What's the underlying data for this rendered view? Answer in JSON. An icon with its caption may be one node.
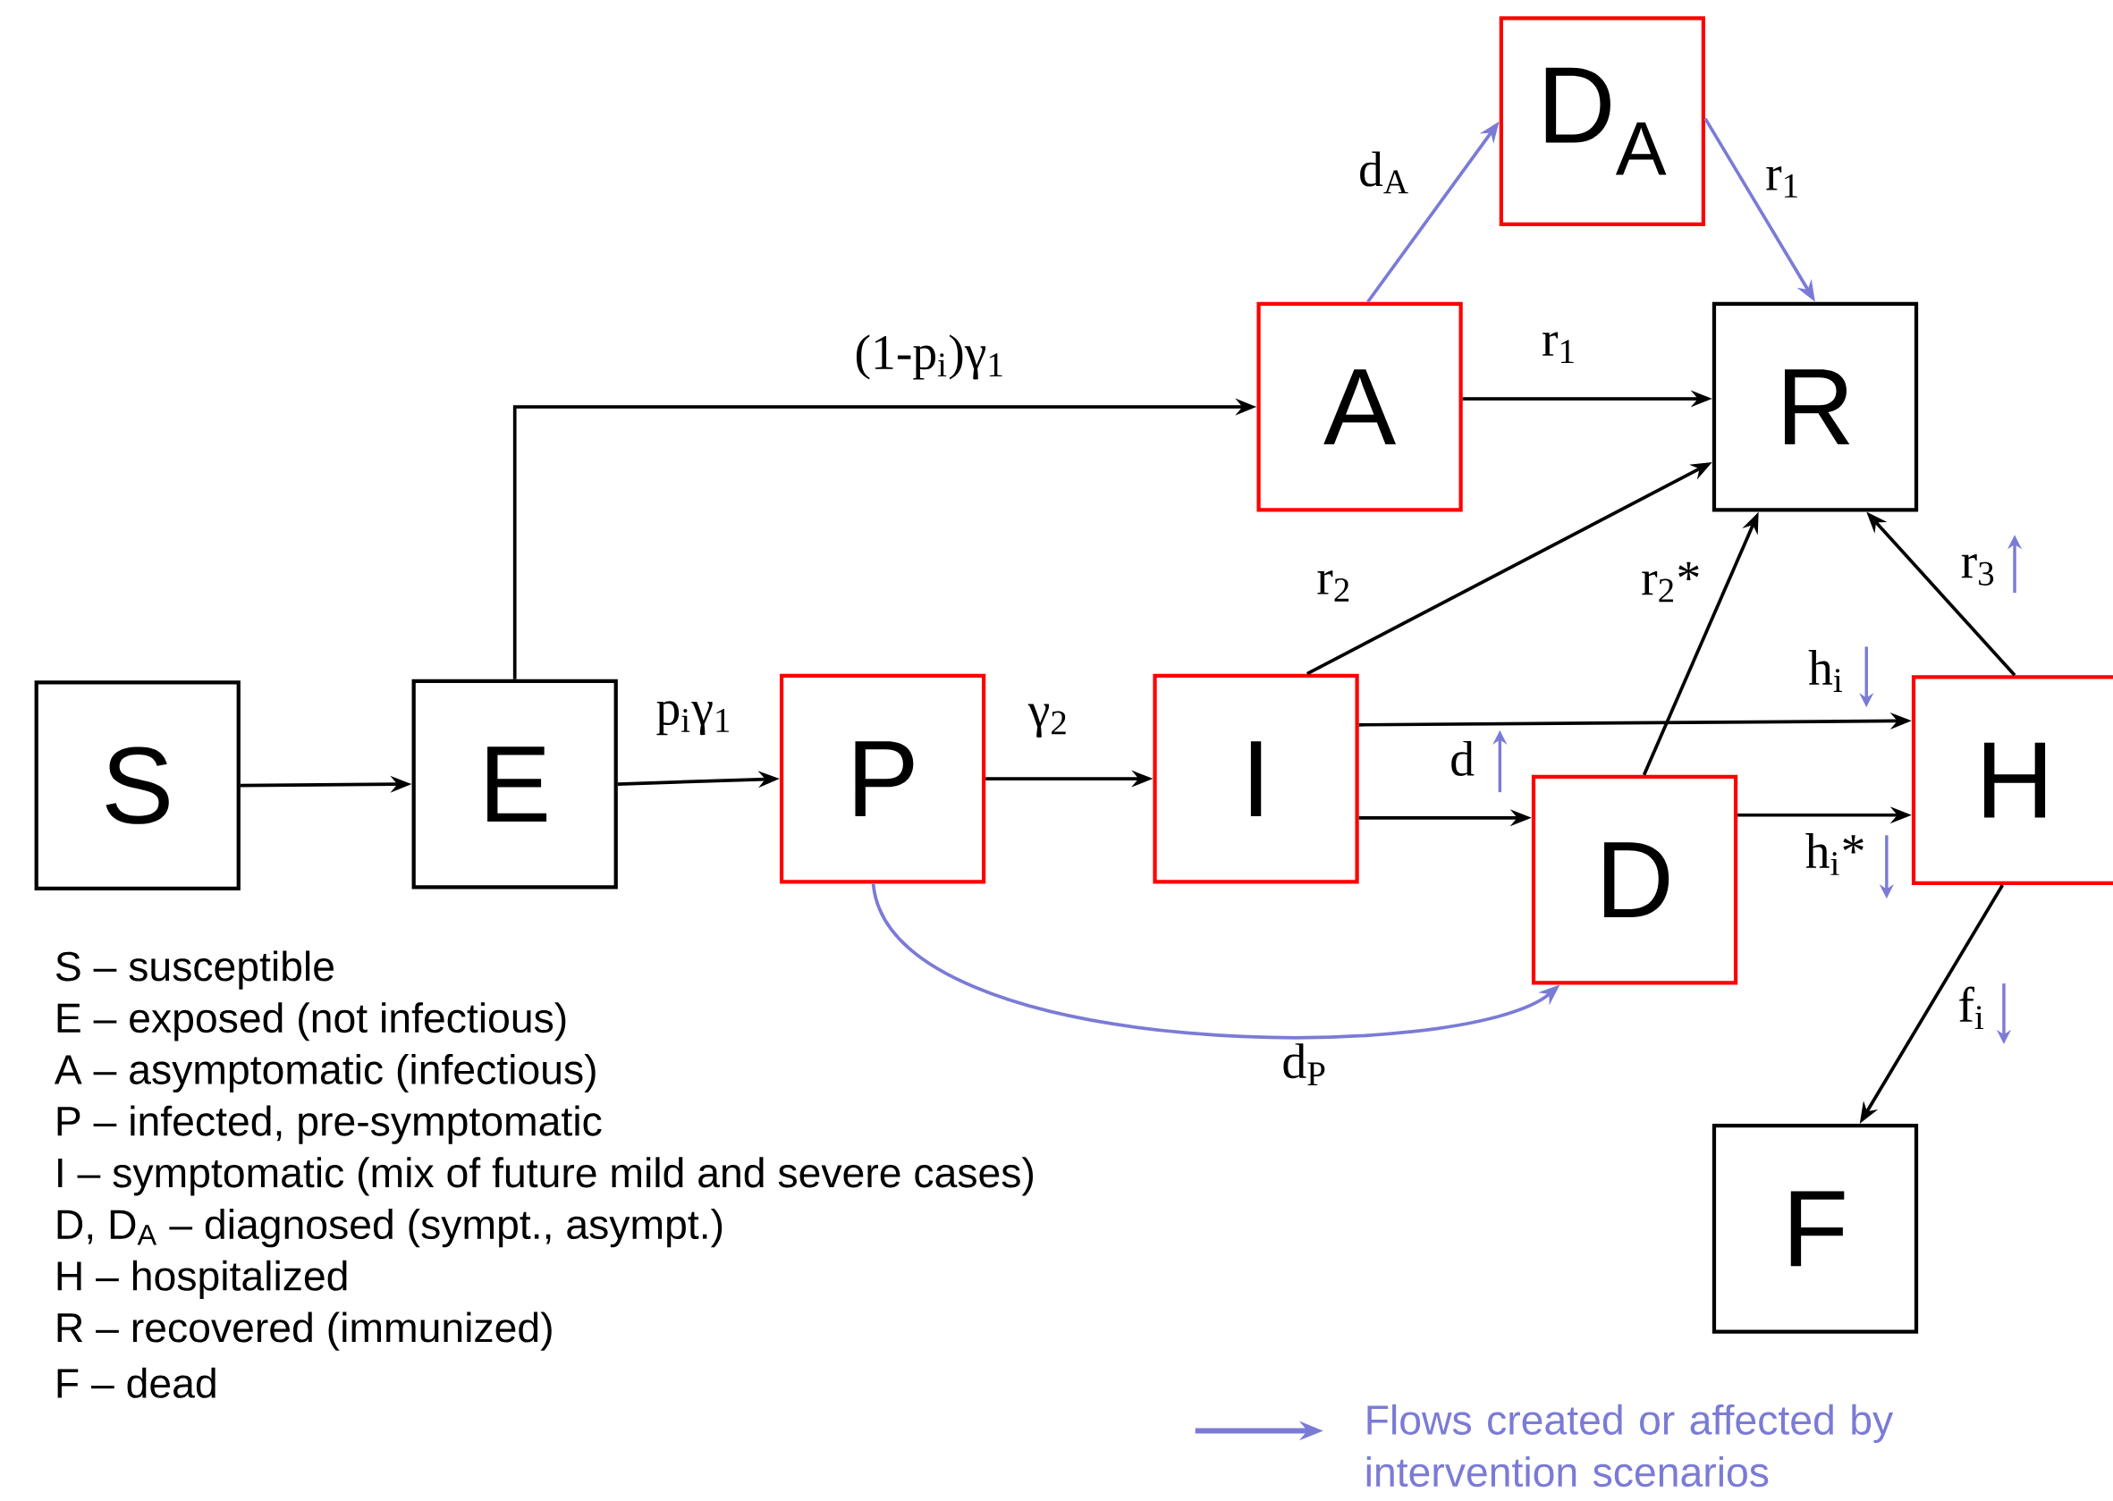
{
  "diagram": {
    "nodes": [
      {
        "text": [
          "S"
        ]
      },
      {
        "text": [
          "E"
        ]
      },
      {
        "text": [
          "P"
        ]
      },
      {
        "text": [
          "I"
        ]
      },
      {
        "text": [
          "A"
        ]
      },
      {
        "text": [
          "D$_{A}$"
        ]
      },
      {
        "text": [
          "R"
        ]
      },
      {
        "text": [
          "D"
        ]
      },
      {
        "text": [
          "H"
        ]
      },
      {
        "text": [
          "F"
        ]
      }
    ],
    "edges": [
      {
        "from": 0,
        "to": 1,
        "arrow": "to"
      },
      {
        "from": 1,
        "to": 4,
        "arrow": "to",
        "label": "(1-p$_{i}$)γ$_{1}$"
      },
      {
        "from": 1,
        "to": 2,
        "arrow": "to",
        "label": "p$_{i}$γ$_{1}$"
      },
      {
        "from": 2,
        "to": 3,
        "arrow": "to",
        "label": "γ$_{2}$"
      },
      {
        "from": 4,
        "to": 6,
        "arrow": "to",
        "label": "r$_{1}$"
      },
      {
        "from": 4,
        "to": 5,
        "arrow": "to",
        "label": "d$_{A}$",
        "color": "#7b7bd6"
      },
      {
        "from": 5,
        "to": 6,
        "arrow": "to",
        "label": "r$_{1}$",
        "color": "#7b7bd6"
      },
      {
        "from": 3,
        "to": 6,
        "arrow": "to",
        "label": "r$_{2}$"
      },
      {
        "from": 7,
        "to": 6,
        "arrow": "to",
        "label": "r$_{2}$*"
      },
      {
        "from": 3,
        "to": 8,
        "arrow": "to",
        "label": "h$_{i}$"
      },
      {
        "from": 3,
        "to": 7,
        "arrow": "to",
        "label": "d"
      },
      {
        "from": 7,
        "to": 8,
        "arrow": "to",
        "label": "h$_{i}$*"
      },
      {
        "from": 8,
        "to": 6,
        "arrow": "to",
        "label": "r$_{3}$"
      },
      {
        "from": 8,
        "to": 9,
        "arrow": "to",
        "label": "f$_{i}$"
      },
      {
        "from": 2,
        "to": 7,
        "arrow": "to",
        "label": "d$_{P}$",
        "color": "#7b7bd6"
      }
    ],
    "labels": [
      "S – susceptible",
      "E – exposed (not infectious)",
      "A – asymptomatic (infectious)",
      "P – infected, pre-symptomatic",
      "I – symptomatic (mix of future mild and severe cases)",
      "D, D$_{A}$ – diagnosed (sympt., asympt.)",
      "H – hospitalized",
      "R – recovered (immunized)",
      "F – dead"
    ],
    "legend": [
      {
        "text": "Flows created or affected by intervention scenarios"
      }
    ]
  }
}
